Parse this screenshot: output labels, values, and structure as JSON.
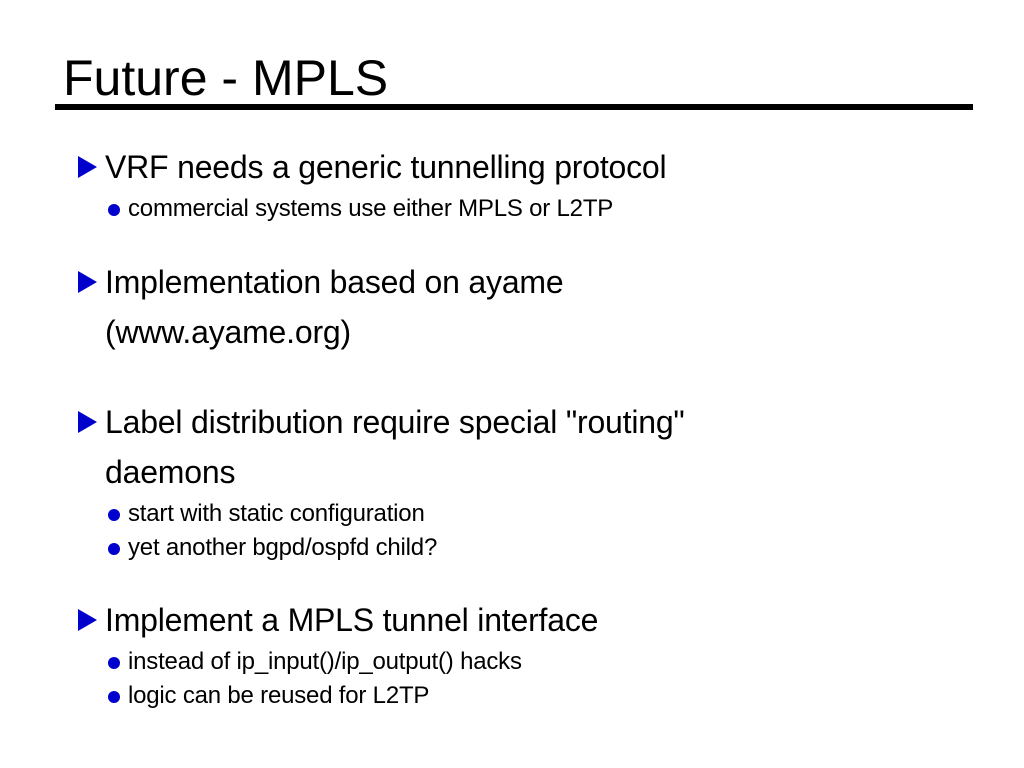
{
  "slide": {
    "title": "Future - MPLS",
    "bullets": [
      {
        "lines": [
          "VRF needs a generic tunnelling protocol"
        ],
        "subs": [
          "commercial systems use either MPLS or L2TP"
        ]
      },
      {
        "lines": [
          "Implementation based on ayame",
          "(www.ayame.org)"
        ],
        "subs": []
      },
      {
        "lines": [
          "Label distribution require special \"routing\"",
          "daemons"
        ],
        "subs": [
          "start with static configuration",
          "yet another bgpd/ospfd child?"
        ]
      },
      {
        "lines": [
          "Implement a MPLS tunnel interface"
        ],
        "subs": [
          "instead of ip_input()/ip_output() hacks",
          "logic can be reused for L2TP"
        ]
      }
    ],
    "colors": {
      "bullet_blue": "#0000cc",
      "text": "#000000",
      "background": "#ffffff",
      "rule": "#000000"
    }
  }
}
